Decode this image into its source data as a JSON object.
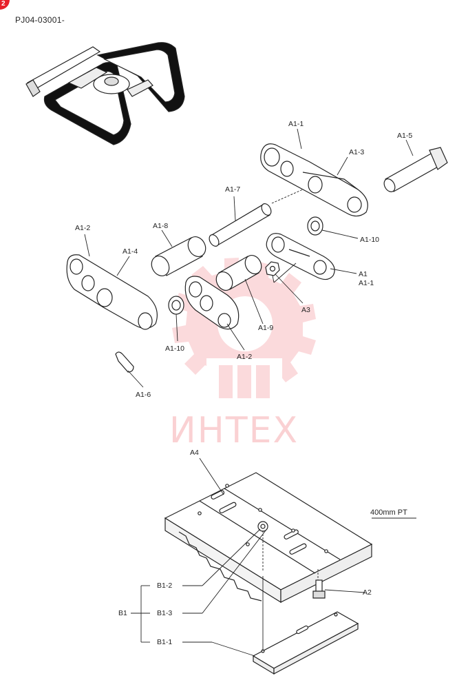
{
  "header": {
    "corner_badge": "2",
    "drawing_code": "PJ04-03001-"
  },
  "watermark": {
    "text": "ИНТЕХ",
    "color": "#e8202a"
  },
  "spec": {
    "pad_width": "400mm PT"
  },
  "callouts": {
    "a1_1": "A1-1",
    "a1_5": "A1-5",
    "a1_3": "A1-3",
    "a1_7": "A1-7",
    "a1_8": "A1-8",
    "a1_2_left": "A1-2",
    "a1_4": "A1-4",
    "a1_10_right": "A1-10",
    "a1": "A1",
    "a1_1_sub": "A1-1",
    "a3": "A3",
    "a1_9": "A1-9",
    "a1_10_left": "A1-10",
    "a1_2_bottom": "A1-2",
    "a1_6": "A1-6",
    "a4": "A4",
    "b1_2": "B1-2",
    "b1_3": "B1-3",
    "b1": "B1",
    "b1_1": "B1-1",
    "a2": "A2"
  }
}
